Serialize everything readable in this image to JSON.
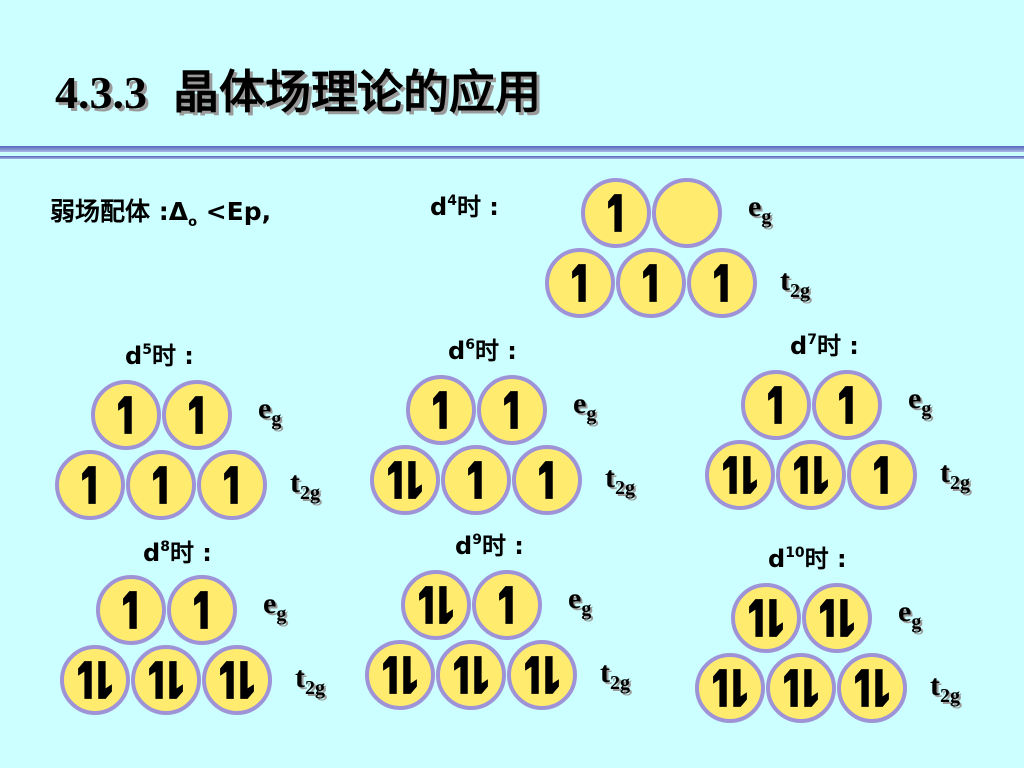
{
  "title": {
    "number": "4.3.3",
    "text": "晶体场理论的应用"
  },
  "condition": {
    "label": "弱场配体 :",
    "delta": "Δ",
    "delta_sub": "o",
    "relation": " <Ep,"
  },
  "orbital_labels": {
    "eg": {
      "main": "e",
      "sub": "g"
    },
    "t2g": {
      "main": "t",
      "sub": "2g"
    }
  },
  "configurations": [
    {
      "heading": {
        "d": "d",
        "sup": "4",
        "suffix": "时 :"
      },
      "eg_electrons": [
        1,
        0
      ],
      "t2g_electrons": [
        1,
        1,
        1
      ]
    },
    {
      "heading": {
        "d": "d",
        "sup": "5",
        "suffix": "时 :"
      },
      "eg_electrons": [
        1,
        1
      ],
      "t2g_electrons": [
        1,
        1,
        1
      ]
    },
    {
      "heading": {
        "d": "d",
        "sup": "6",
        "suffix": "时 :"
      },
      "eg_electrons": [
        1,
        1
      ],
      "t2g_electrons": [
        2,
        1,
        1
      ]
    },
    {
      "heading": {
        "d": "d",
        "sup": "7",
        "suffix": "时 :"
      },
      "eg_electrons": [
        1,
        1
      ],
      "t2g_electrons": [
        2,
        2,
        1
      ]
    },
    {
      "heading": {
        "d": "d",
        "sup": "8",
        "suffix": "时 :"
      },
      "eg_electrons": [
        1,
        1
      ],
      "t2g_electrons": [
        2,
        2,
        2
      ]
    },
    {
      "heading": {
        "d": "d",
        "sup": "9",
        "suffix": "时 :"
      },
      "eg_electrons": [
        2,
        1
      ],
      "t2g_electrons": [
        2,
        2,
        2
      ]
    },
    {
      "heading": {
        "d": "d",
        "sup": "10",
        "suffix": "时 :"
      },
      "eg_electrons": [
        2,
        2
      ],
      "t2g_electrons": [
        2,
        2,
        2
      ]
    }
  ],
  "icons": {
    "single_electron": "spin-up-arrow-icon",
    "paired_electron": "spin-down-arrow-icon"
  },
  "colors": {
    "background": "#ccffff",
    "orbital_fill": "#ffec6e",
    "orbital_border": "#9f93d8",
    "separator": "#5566bb"
  }
}
